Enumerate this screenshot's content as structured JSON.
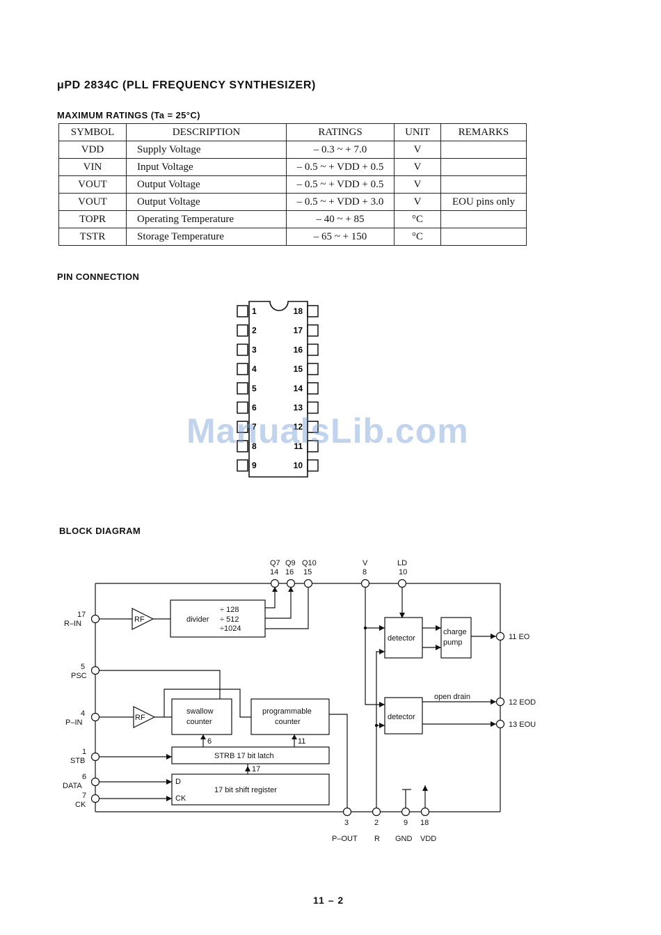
{
  "title": "μPD 2834C (PLL FREQUENCY SYNTHESIZER)",
  "max_ratings": {
    "heading": "MAXIMUM RATINGS (Ta = 25°C)",
    "columns": [
      "SYMBOL",
      "DESCRIPTION",
      "RATINGS",
      "UNIT",
      "REMARKS"
    ],
    "rows": [
      {
        "symbol": "VDD",
        "description": "Supply Voltage",
        "ratings": "– 0.3 ~ + 7.0",
        "unit": "V",
        "remarks": ""
      },
      {
        "symbol": "VIN",
        "description": "Input Voltage",
        "ratings": "– 0.5 ~ + VDD + 0.5",
        "unit": "V",
        "remarks": ""
      },
      {
        "symbol": "VOUT",
        "description": "Output Voltage",
        "ratings": "– 0.5 ~ + VDD + 0.5",
        "unit": "V",
        "remarks": ""
      },
      {
        "symbol": "VOUT",
        "description": "Output Voltage",
        "ratings": "– 0.5 ~ + VDD + 3.0",
        "unit": "V",
        "remarks": "EOU pins only"
      },
      {
        "symbol": "TOPR",
        "description": "Operating Temperature",
        "ratings": "– 40 ~ + 85",
        "unit": "°C",
        "remarks": ""
      },
      {
        "symbol": "TSTR",
        "description": "Storage Temperature",
        "ratings": "– 65 ~ + 150",
        "unit": "°C",
        "remarks": ""
      }
    ]
  },
  "pin_connection": {
    "heading": "PIN CONNECTION",
    "left_pins": [
      "1",
      "2",
      "3",
      "4",
      "5",
      "6",
      "7",
      "8",
      "9"
    ],
    "right_pins": [
      "18",
      "17",
      "16",
      "15",
      "14",
      "13",
      "12",
      "11",
      "10"
    ]
  },
  "block_diagram": {
    "heading": "BLOCK DIAGRAM",
    "top_labels": {
      "q7": "Q7",
      "q7_pin": "14",
      "q9": "Q9",
      "q9_pin": "16",
      "q10": "Q10",
      "q10_pin": "15",
      "v": "V",
      "v_pin": "8",
      "ld": "LD",
      "ld_pin": "10"
    },
    "left_pins": [
      {
        "num": "17",
        "name": "R–IN"
      },
      {
        "num": "5",
        "name": "PSC"
      },
      {
        "num": "4",
        "name": "P–IN"
      },
      {
        "num": "1",
        "name": "STB"
      },
      {
        "num": "6",
        "name": "DATA"
      },
      {
        "num": "7",
        "name": "CK"
      }
    ],
    "right_pins": [
      {
        "label": "11 EO"
      },
      {
        "label": "12 EOD"
      },
      {
        "label": "13 EOU"
      }
    ],
    "bottom_pins": [
      {
        "num": "3",
        "name": "P–OUT"
      },
      {
        "num": "2",
        "name": "R"
      },
      {
        "num": "9",
        "name": "GND"
      },
      {
        "num": "18",
        "name": "VDD"
      }
    ],
    "blocks": {
      "rf": "RF",
      "divider": "divider",
      "div_128": "÷  128",
      "div_512": "÷  512",
      "div_1024": "÷1024",
      "swallow_1": "swallow",
      "swallow_2": "counter",
      "prog_1": "programmable",
      "prog_2": "counter",
      "latch": "STRB 17 bit latch",
      "shift": "17 bit shift register",
      "shift_d": "D",
      "shift_ck": "CK",
      "detector": "detector",
      "charge_1": "charge",
      "charge_2": "pump",
      "open_drain": "open drain",
      "bus_6": "6",
      "bus_11": "11",
      "bus_17": "17"
    }
  },
  "watermark": "ManualsLib.com",
  "page_number": "11 – 2"
}
